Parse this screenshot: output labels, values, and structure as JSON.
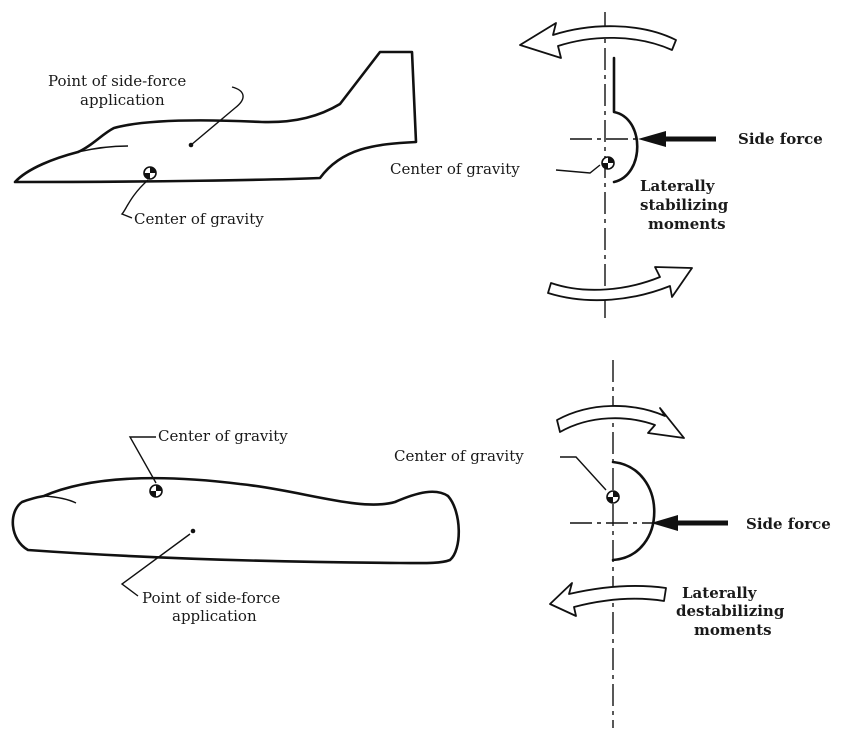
{
  "top_diagram": {
    "side_force_point_label": [
      "Point of side-force",
      "application"
    ],
    "cg_label_side": "Center of gravity",
    "cg_label_front": "Center of gravity",
    "side_force_label": "Side force",
    "moments_label": [
      "Laterally",
      "stabilizing",
      "moments"
    ]
  },
  "bottom_diagram": {
    "cg_label_side": "Center of gravity",
    "side_force_point_label": [
      "Point of side-force",
      "application"
    ],
    "cg_label_front": "Center of gravity",
    "side_force_label": "Side force",
    "moments_label": [
      "Laterally",
      "destabilizing",
      "moments"
    ]
  }
}
